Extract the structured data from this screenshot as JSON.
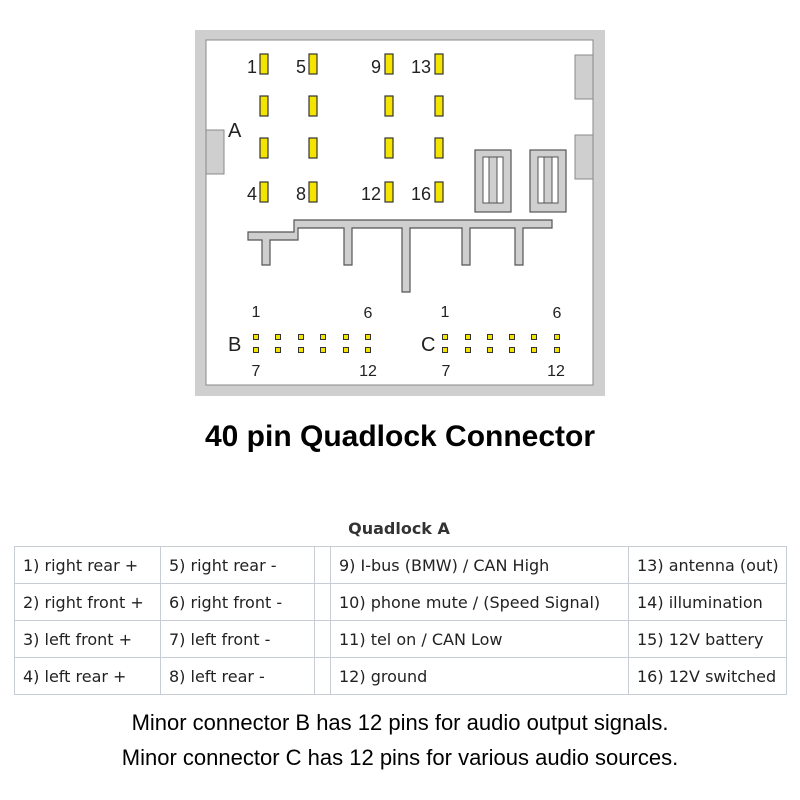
{
  "connector": {
    "letter_a": "A",
    "letter_b": "B",
    "letter_c": "C",
    "pin_labels_a": [
      "1",
      "5",
      "9",
      "13",
      "4",
      "8",
      "12",
      "16"
    ],
    "b_labels": {
      "first": "1",
      "sixth": "6",
      "seventh": "7",
      "twelfth": "12"
    },
    "c_labels": {
      "first": "1",
      "sixth": "6",
      "seventh": "7",
      "twelfth": "12"
    },
    "colors": {
      "body": "#cfcfcf",
      "inner": "#ffffff",
      "pin_fill": "#f5e400",
      "pin_border": "#333333"
    }
  },
  "title": "40 pin Quadlock Connector",
  "table": {
    "caption": "Quadlock A",
    "rows": [
      [
        "1) right rear +",
        "5) right rear -",
        "",
        "9) I-bus (BMW) / CAN High",
        "13) antenna (out)"
      ],
      [
        "2) right front +",
        "6) right front -",
        "",
        "10) phone mute / (Speed Signal)",
        "14) illumination"
      ],
      [
        "3) left front +",
        "7) left front -",
        "",
        "11) tel on / CAN Low",
        "15) 12V battery"
      ],
      [
        "4) left rear +",
        "8) left rear -",
        "",
        "12) ground",
        "16) 12V switched"
      ]
    ]
  },
  "notes": [
    "Minor connector B has 12 pins for audio output signals.",
    "Minor connector C has 12 pins for various audio sources."
  ]
}
